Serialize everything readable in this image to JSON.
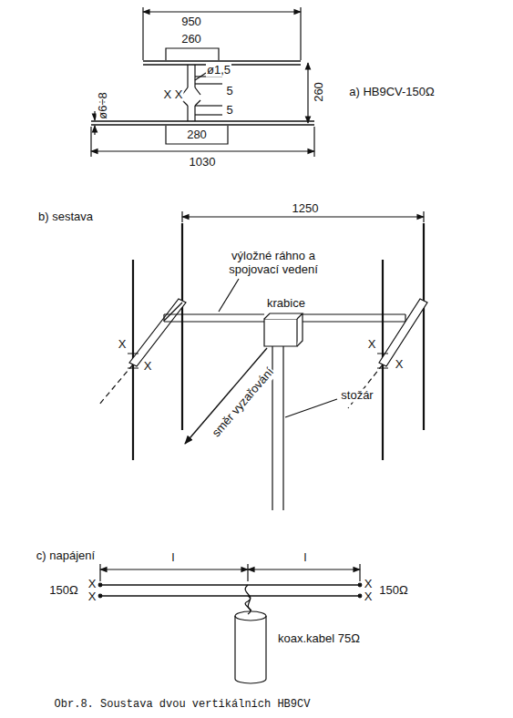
{
  "diagram": {
    "caption": "Obr.8. Soustava dvou vertikálních HB9CV",
    "labels": [
      "950",
      "260",
      "ø1,5",
      "5",
      "X X",
      "ø6÷8",
      "5",
      "260",
      "280",
      "1030",
      "a) HB9CV-150Ω",
      "b) sestava",
      "1250",
      "výložné ráhno a spojovací vedení",
      "směr vyzařování",
      "stožár",
      "X",
      "X",
      "X",
      "X",
      "c) napájení",
      "l",
      "l",
      "X",
      "X",
      "150Ω",
      "X",
      "X",
      "150Ω",
      "krabice",
      "koax.kabel 75Ω"
    ]
  }
}
